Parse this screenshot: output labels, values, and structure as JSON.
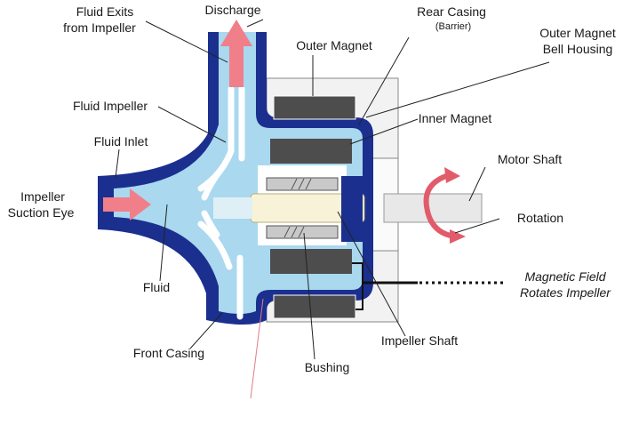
{
  "labels": {
    "fluid_exits_line1": "Fluid Exits",
    "fluid_exits_line2": "from Impeller",
    "discharge": "Discharge",
    "rear_casing": "Rear Casing",
    "barrier": "(Barrier)",
    "outer_magnet_bell_line1": "Outer Magnet",
    "outer_magnet_bell_line2": "Bell Housing",
    "outer_magnet": "Outer Magnet",
    "fluid_impeller": "Fluid Impeller",
    "inner_magnet": "Inner Magnet",
    "fluid_inlet": "Fluid Inlet",
    "motor_shaft": "Motor Shaft",
    "suction_eye_line1": "Impeller",
    "suction_eye_line2": "Suction Eye",
    "rotation": "Rotation",
    "fluid": "Fluid",
    "magnetic_field_line1": "Magnetic Field",
    "magnetic_field_line2": "Rotates Impeller",
    "front_casing": "Front Casing",
    "impeller_shaft": "Impeller Shaft",
    "bushing": "Bushing"
  },
  "colors": {
    "casing": "#1b2f8f",
    "fluid": "#a9d8ef",
    "magnet": "#4d4d4d",
    "arrow": "#f07f8a",
    "shaft": "#f7f2d8",
    "bell_housing": "#f2f2f2"
  }
}
